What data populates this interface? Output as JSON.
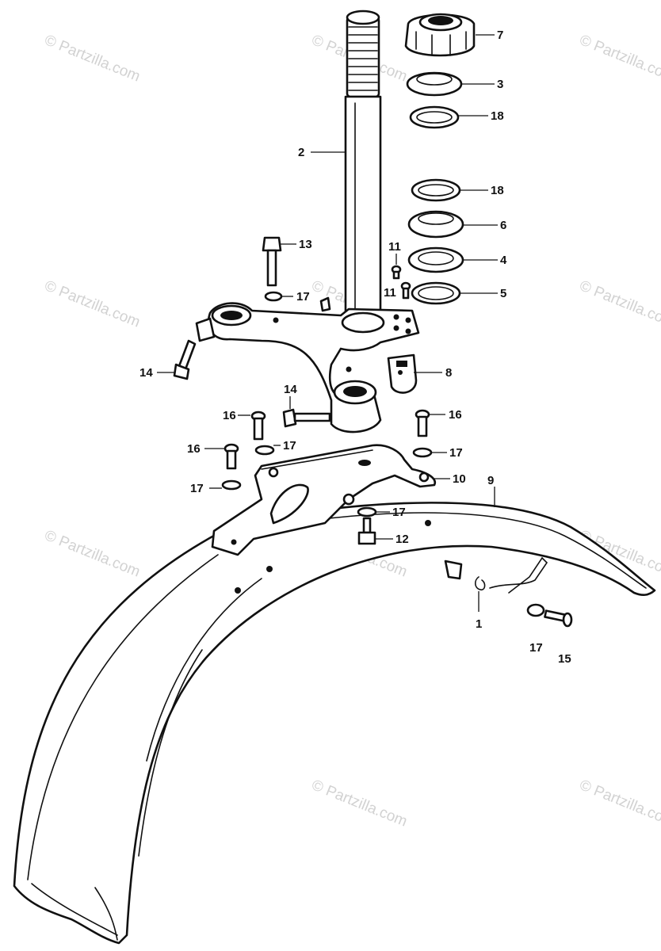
{
  "watermark": {
    "text": "© Partzilla.com",
    "color": "#d2d2d2"
  },
  "callouts": [
    {
      "id": "c1",
      "label": "1"
    },
    {
      "id": "c2",
      "label": "2"
    },
    {
      "id": "c3",
      "label": "3"
    },
    {
      "id": "c4",
      "label": "4"
    },
    {
      "id": "c5",
      "label": "5"
    },
    {
      "id": "c6",
      "label": "6"
    },
    {
      "id": "c7",
      "label": "7"
    },
    {
      "id": "c8",
      "label": "8"
    },
    {
      "id": "c9",
      "label": "9"
    },
    {
      "id": "c10",
      "label": "10"
    },
    {
      "id": "c11a",
      "label": "11"
    },
    {
      "id": "c11b",
      "label": "11"
    },
    {
      "id": "c12",
      "label": "12"
    },
    {
      "id": "c13",
      "label": "13"
    },
    {
      "id": "c14a",
      "label": "14"
    },
    {
      "id": "c14b",
      "label": "14"
    },
    {
      "id": "c15",
      "label": "15"
    },
    {
      "id": "c16a",
      "label": "16"
    },
    {
      "id": "c16b",
      "label": "16"
    },
    {
      "id": "c16c",
      "label": "16"
    },
    {
      "id": "c17a",
      "label": "17"
    },
    {
      "id": "c17b",
      "label": "17"
    },
    {
      "id": "c17c",
      "label": "17"
    },
    {
      "id": "c17d",
      "label": "17"
    },
    {
      "id": "c17e",
      "label": "17"
    },
    {
      "id": "c17f",
      "label": "17"
    },
    {
      "id": "c18a",
      "label": "18"
    },
    {
      "id": "c18b",
      "label": "18"
    }
  ]
}
